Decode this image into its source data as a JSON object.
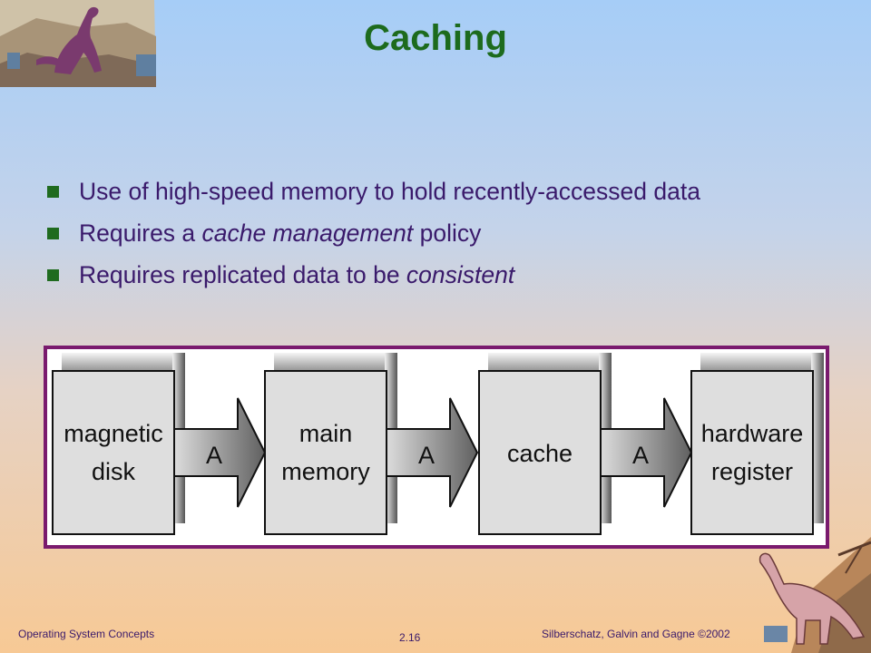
{
  "slide": {
    "title": "Caching",
    "bullets": [
      {
        "pre": "Use of high-speed memory to hold recently-accessed data",
        "em": "",
        "post": ""
      },
      {
        "pre": "Requires a ",
        "em": "cache management",
        "post": " policy"
      },
      {
        "pre": "Requires replicated data to be ",
        "em": "consistent",
        "post": ""
      }
    ]
  },
  "diagram": {
    "boxes": [
      {
        "line1": "magnetic",
        "line2": "disk"
      },
      {
        "line1": "main",
        "line2": "memory"
      },
      {
        "line1": "cache",
        "line2": ""
      },
      {
        "line1": "hardware",
        "line2": "register"
      }
    ],
    "arrow_label": "A"
  },
  "footer": {
    "left": "Operating System Concepts",
    "page": "2.16",
    "right": "Silberschatz, Galvin and  Gagne ©2002"
  },
  "colors": {
    "title": "#1d6b1d",
    "text": "#3a1a6b",
    "bullet": "#1f6b1f",
    "diagram_border": "#7a1a6e"
  }
}
